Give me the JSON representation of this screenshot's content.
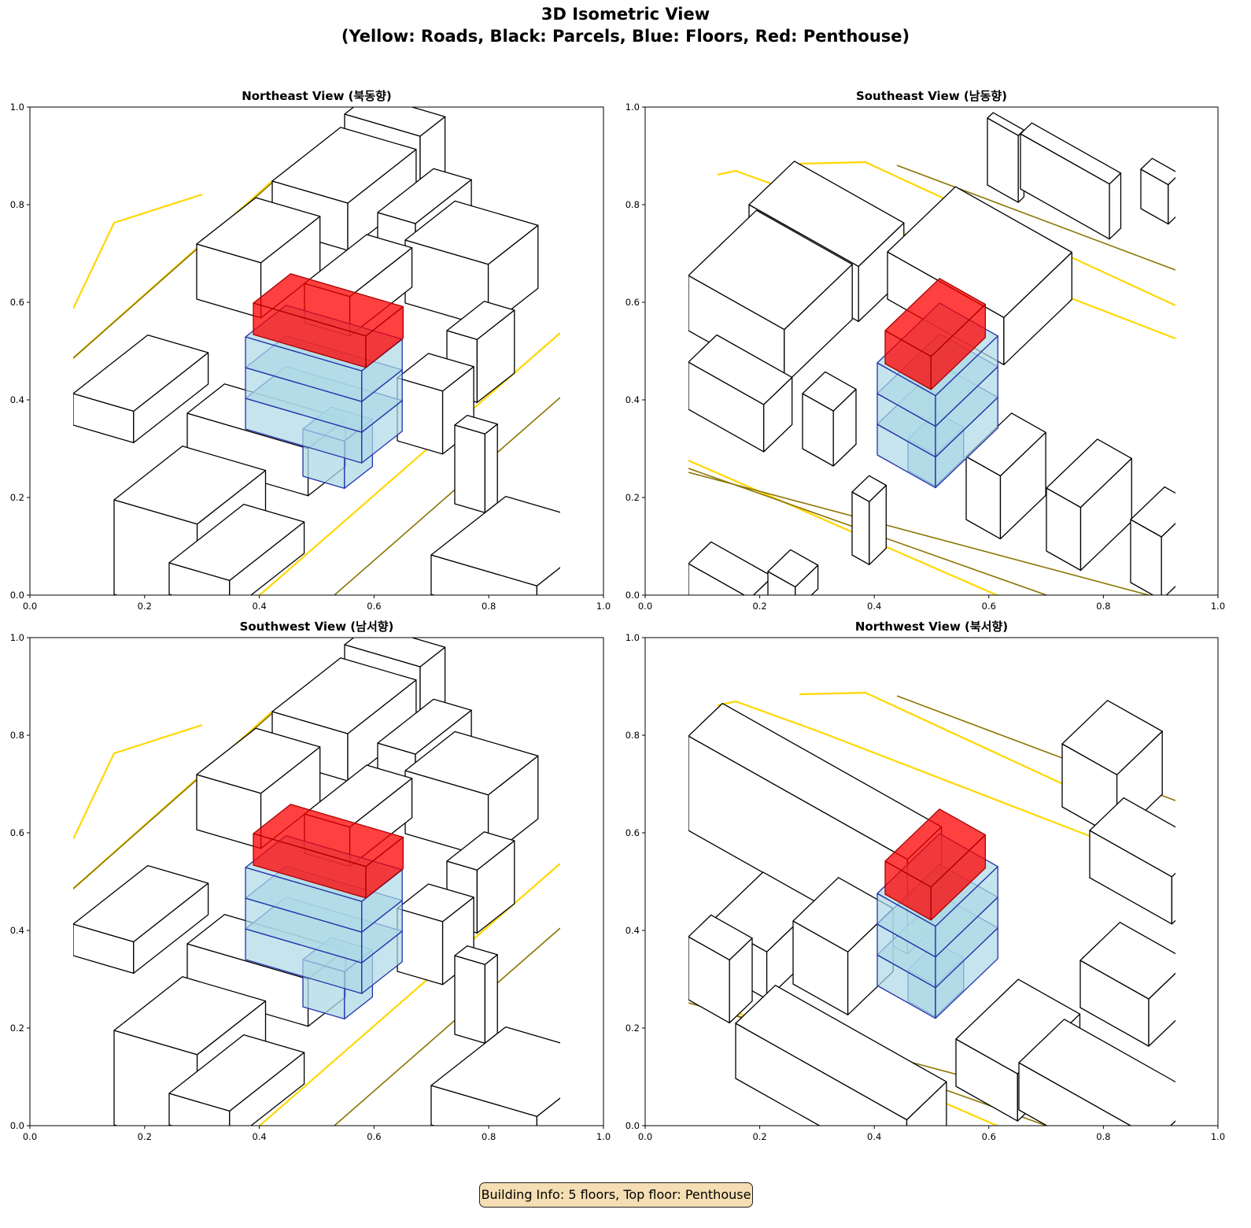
{
  "figure": {
    "title_line1": "3D Isometric View",
    "title_line2": "(Yellow: Roads, Black: Parcels, Blue: Floors, Red: Penthouse)"
  },
  "panels": [
    {
      "title": "Northeast View (북동향)"
    },
    {
      "title": "Southeast View (남동향)"
    },
    {
      "title": "Southwest View (남서향)"
    },
    {
      "title": "Northwest View (북서향)"
    }
  ],
  "axes": {
    "x_ticks": [
      "0.0",
      "0.2",
      "0.4",
      "0.6",
      "0.8",
      "1.0"
    ],
    "y_ticks": [
      "0.0",
      "0.2",
      "0.4",
      "0.6",
      "0.8",
      "1.0"
    ]
  },
  "colors": {
    "road": "#ffd700",
    "road_dark": "#8b7500",
    "parcel": "#000000",
    "floor_fill": "#add8e6",
    "floor_edge": "#2233aa",
    "penthouse_fill": "#ff0000",
    "penthouse_edge": "#aa0000"
  },
  "footer": {
    "info": "Building Info: 5 floors, Top floor: Penthouse"
  }
}
